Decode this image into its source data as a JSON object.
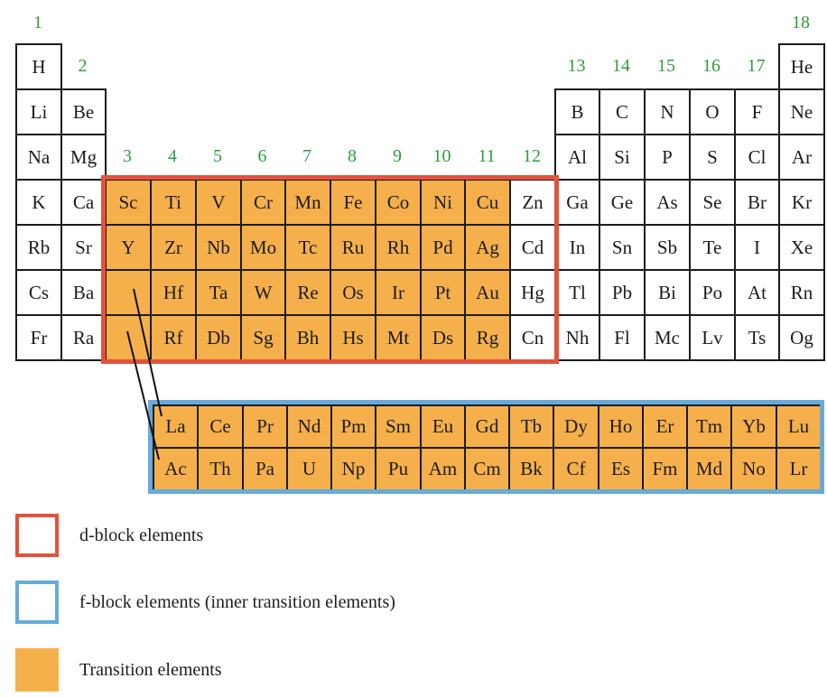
{
  "colors": {
    "orange_fill": "#f5b04c",
    "red_outline": "#e2523c",
    "blue_outline": "#66aadb",
    "green_label": "#2e9c3c"
  },
  "periodic_table": {
    "group_labels": [
      {
        "text": "1",
        "col": 1,
        "band": "above"
      },
      {
        "text": "2",
        "col": 2,
        "band": "p1"
      },
      {
        "text": "3",
        "col": 3,
        "band": "p3"
      },
      {
        "text": "4",
        "col": 4,
        "band": "p3"
      },
      {
        "text": "5",
        "col": 5,
        "band": "p3"
      },
      {
        "text": "6",
        "col": 6,
        "band": "p3"
      },
      {
        "text": "7",
        "col": 7,
        "band": "p3"
      },
      {
        "text": "8",
        "col": 8,
        "band": "p3"
      },
      {
        "text": "9",
        "col": 9,
        "band": "p3"
      },
      {
        "text": "10",
        "col": 10,
        "band": "p3"
      },
      {
        "text": "11",
        "col": 11,
        "band": "p3"
      },
      {
        "text": "12",
        "col": 12,
        "band": "p3"
      },
      {
        "text": "13",
        "col": 13,
        "band": "p1"
      },
      {
        "text": "14",
        "col": 14,
        "band": "p1"
      },
      {
        "text": "15",
        "col": 15,
        "band": "p1"
      },
      {
        "text": "16",
        "col": 16,
        "band": "p1"
      },
      {
        "text": "17",
        "col": 17,
        "band": "p1"
      },
      {
        "text": "18",
        "col": 18,
        "band": "above"
      }
    ],
    "periods": [
      [
        {
          "s": "H",
          "c": 1,
          "f": "w"
        },
        {
          "s": "He",
          "c": 18,
          "f": "w"
        }
      ],
      [
        {
          "s": "Li",
          "c": 1,
          "f": "w"
        },
        {
          "s": "Be",
          "c": 2,
          "f": "w"
        },
        {
          "s": "B",
          "c": 13,
          "f": "w"
        },
        {
          "s": "C",
          "c": 14,
          "f": "w"
        },
        {
          "s": "N",
          "c": 15,
          "f": "w"
        },
        {
          "s": "O",
          "c": 16,
          "f": "w"
        },
        {
          "s": "F",
          "c": 17,
          "f": "w"
        },
        {
          "s": "Ne",
          "c": 18,
          "f": "w"
        }
      ],
      [
        {
          "s": "Na",
          "c": 1,
          "f": "w"
        },
        {
          "s": "Mg",
          "c": 2,
          "f": "w"
        },
        {
          "s": "Al",
          "c": 13,
          "f": "w"
        },
        {
          "s": "Si",
          "c": 14,
          "f": "w"
        },
        {
          "s": "P",
          "c": 15,
          "f": "w"
        },
        {
          "s": "S",
          "c": 16,
          "f": "w"
        },
        {
          "s": "Cl",
          "c": 17,
          "f": "w"
        },
        {
          "s": "Ar",
          "c": 18,
          "f": "w"
        }
      ],
      [
        {
          "s": "K",
          "c": 1,
          "f": "w"
        },
        {
          "s": "Ca",
          "c": 2,
          "f": "w"
        },
        {
          "s": "Sc",
          "c": 3,
          "f": "o"
        },
        {
          "s": "Ti",
          "c": 4,
          "f": "o"
        },
        {
          "s": "V",
          "c": 5,
          "f": "o"
        },
        {
          "s": "Cr",
          "c": 6,
          "f": "o"
        },
        {
          "s": "Mn",
          "c": 7,
          "f": "o"
        },
        {
          "s": "Fe",
          "c": 8,
          "f": "o"
        },
        {
          "s": "Co",
          "c": 9,
          "f": "o"
        },
        {
          "s": "Ni",
          "c": 10,
          "f": "o"
        },
        {
          "s": "Cu",
          "c": 11,
          "f": "o"
        },
        {
          "s": "Zn",
          "c": 12,
          "f": "w"
        },
        {
          "s": "Ga",
          "c": 13,
          "f": "w"
        },
        {
          "s": "Ge",
          "c": 14,
          "f": "w"
        },
        {
          "s": "As",
          "c": 15,
          "f": "w"
        },
        {
          "s": "Se",
          "c": 16,
          "f": "w"
        },
        {
          "s": "Br",
          "c": 17,
          "f": "w"
        },
        {
          "s": "Kr",
          "c": 18,
          "f": "w"
        }
      ],
      [
        {
          "s": "Rb",
          "c": 1,
          "f": "w"
        },
        {
          "s": "Sr",
          "c": 2,
          "f": "w"
        },
        {
          "s": "Y",
          "c": 3,
          "f": "o"
        },
        {
          "s": "Zr",
          "c": 4,
          "f": "o"
        },
        {
          "s": "Nb",
          "c": 5,
          "f": "o"
        },
        {
          "s": "Mo",
          "c": 6,
          "f": "o"
        },
        {
          "s": "Tc",
          "c": 7,
          "f": "o"
        },
        {
          "s": "Ru",
          "c": 8,
          "f": "o"
        },
        {
          "s": "Rh",
          "c": 9,
          "f": "o"
        },
        {
          "s": "Pd",
          "c": 10,
          "f": "o"
        },
        {
          "s": "Ag",
          "c": 11,
          "f": "o"
        },
        {
          "s": "Cd",
          "c": 12,
          "f": "w"
        },
        {
          "s": "In",
          "c": 13,
          "f": "w"
        },
        {
          "s": "Sn",
          "c": 14,
          "f": "w"
        },
        {
          "s": "Sb",
          "c": 15,
          "f": "w"
        },
        {
          "s": "Te",
          "c": 16,
          "f": "w"
        },
        {
          "s": "I",
          "c": 17,
          "f": "w"
        },
        {
          "s": "Xe",
          "c": 18,
          "f": "w"
        }
      ],
      [
        {
          "s": "Cs",
          "c": 1,
          "f": "w"
        },
        {
          "s": "Ba",
          "c": 2,
          "f": "w"
        },
        {
          "s": "",
          "c": 3,
          "f": "o"
        },
        {
          "s": "Hf",
          "c": 4,
          "f": "o"
        },
        {
          "s": "Ta",
          "c": 5,
          "f": "o"
        },
        {
          "s": "W",
          "c": 6,
          "f": "o"
        },
        {
          "s": "Re",
          "c": 7,
          "f": "o"
        },
        {
          "s": "Os",
          "c": 8,
          "f": "o"
        },
        {
          "s": "Ir",
          "c": 9,
          "f": "o"
        },
        {
          "s": "Pt",
          "c": 10,
          "f": "o"
        },
        {
          "s": "Au",
          "c": 11,
          "f": "o"
        },
        {
          "s": "Hg",
          "c": 12,
          "f": "w"
        },
        {
          "s": "Tl",
          "c": 13,
          "f": "w"
        },
        {
          "s": "Pb",
          "c": 14,
          "f": "w"
        },
        {
          "s": "Bi",
          "c": 15,
          "f": "w"
        },
        {
          "s": "Po",
          "c": 16,
          "f": "w"
        },
        {
          "s": "At",
          "c": 17,
          "f": "w"
        },
        {
          "s": "Rn",
          "c": 18,
          "f": "w"
        }
      ],
      [
        {
          "s": "Fr",
          "c": 1,
          "f": "w"
        },
        {
          "s": "Ra",
          "c": 2,
          "f": "w"
        },
        {
          "s": "",
          "c": 3,
          "f": "o"
        },
        {
          "s": "Rf",
          "c": 4,
          "f": "o"
        },
        {
          "s": "Db",
          "c": 5,
          "f": "o"
        },
        {
          "s": "Sg",
          "c": 6,
          "f": "o"
        },
        {
          "s": "Bh",
          "c": 7,
          "f": "o"
        },
        {
          "s": "Hs",
          "c": 8,
          "f": "o"
        },
        {
          "s": "Mt",
          "c": 9,
          "f": "o"
        },
        {
          "s": "Ds",
          "c": 10,
          "f": "o"
        },
        {
          "s": "Rg",
          "c": 11,
          "f": "o"
        },
        {
          "s": "Cn",
          "c": 12,
          "f": "w"
        },
        {
          "s": "Nh",
          "c": 13,
          "f": "w"
        },
        {
          "s": "Fl",
          "c": 14,
          "f": "w"
        },
        {
          "s": "Mc",
          "c": 15,
          "f": "w"
        },
        {
          "s": "Lv",
          "c": 16,
          "f": "w"
        },
        {
          "s": "Ts",
          "c": 17,
          "f": "w"
        },
        {
          "s": "Og",
          "c": 18,
          "f": "w"
        }
      ]
    ]
  },
  "f_block": {
    "rows": [
      [
        "La",
        "Ce",
        "Pr",
        "Nd",
        "Pm",
        "Sm",
        "Eu",
        "Gd",
        "Tb",
        "Dy",
        "Ho",
        "Er",
        "Tm",
        "Yb",
        "Lu"
      ],
      [
        "Ac",
        "Th",
        "Pa",
        "U",
        "Np",
        "Pu",
        "Am",
        "Cm",
        "Bk",
        "Cf",
        "Es",
        "Fm",
        "Md",
        "No",
        "Lr"
      ]
    ]
  },
  "legend": {
    "items": [
      {
        "swatch": "red-outline",
        "label": "d-block elements"
      },
      {
        "swatch": "blue-outline",
        "label": "f-block elements (inner transition elements)"
      },
      {
        "swatch": "orange-fill",
        "label": "Transition elements"
      }
    ]
  }
}
